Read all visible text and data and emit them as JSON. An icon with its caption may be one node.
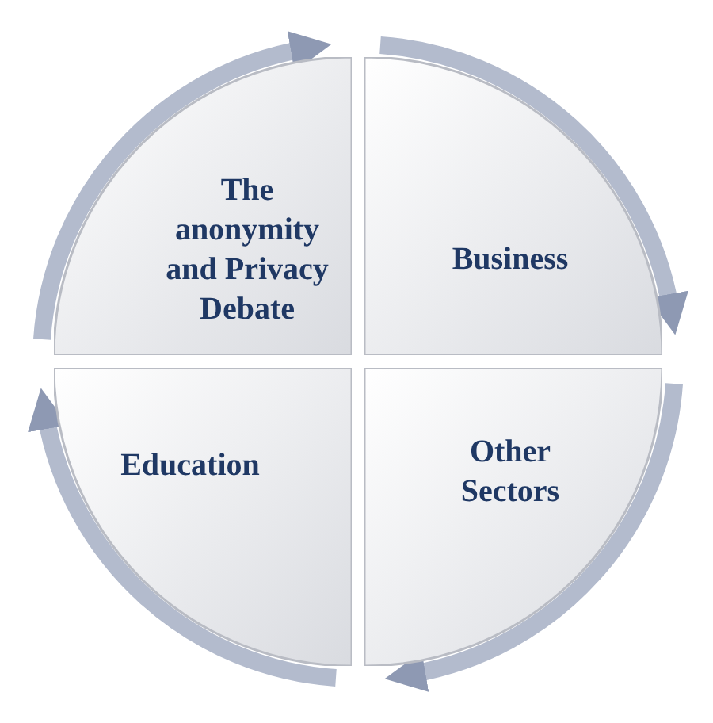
{
  "diagram": {
    "nodes": [
      {
        "text": [
          "The anonymity and Privacy Debate"
        ]
      },
      {
        "text": [
          "Business"
        ]
      },
      {
        "text": [
          "Other Sectors"
        ]
      },
      {
        "text": [
          "Education"
        ]
      }
    ],
    "edges": [
      {
        "from": 0,
        "to": 1,
        "arrow": "to"
      },
      {
        "from": 1,
        "to": 2,
        "arrow": "to"
      },
      {
        "from": 2,
        "to": 3,
        "arrow": "to"
      },
      {
        "from": 3,
        "to": 0,
        "arrow": "to"
      }
    ]
  }
}
